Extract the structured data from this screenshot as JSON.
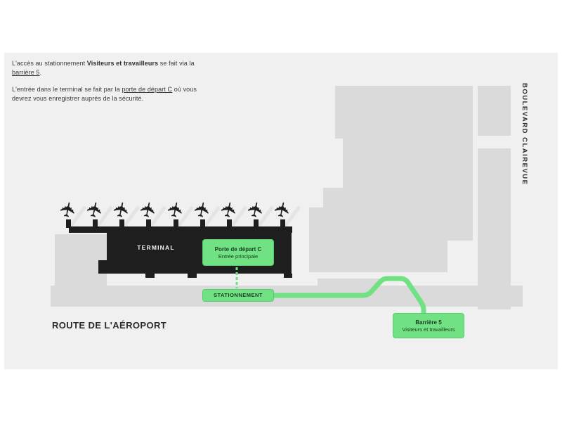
{
  "colors": {
    "map_bg": "#F0F0F1",
    "parcel_gray": "#DADADA",
    "bridge_gray": "#E4E4E5",
    "terminal_dark": "#1E1E1E",
    "accent_green": "#70E283",
    "text_dark": "#2B2B2B"
  },
  "intro": {
    "p1": {
      "text_1": "L'accès au stationnement ",
      "bold": "Visiteurs et travailleurs",
      "text_2": " se fait via la ",
      "link": "barrière 5",
      "text_3": "."
    },
    "p2": {
      "text_1": "L'entrée dans le terminal se fait par la ",
      "link": "porte de départ C",
      "text_2": " où vous devrez vous enregistrer auprès de la sécurité."
    }
  },
  "map": {
    "terminal_label": "TERMINAL",
    "boulevard_label": "BOULEVARD CLAIREVUE",
    "route_label": "ROUTE DE L'AÉROPORT",
    "plane_icon": "✈",
    "gate_label": {
      "title": "Porte de départ C",
      "subtitle": "Entrée principale"
    },
    "parking_label": "STATIONNEMENT",
    "barrier_label": {
      "title": "Barrière 5",
      "subtitle": "Visiteurs et travailleurs"
    }
  }
}
